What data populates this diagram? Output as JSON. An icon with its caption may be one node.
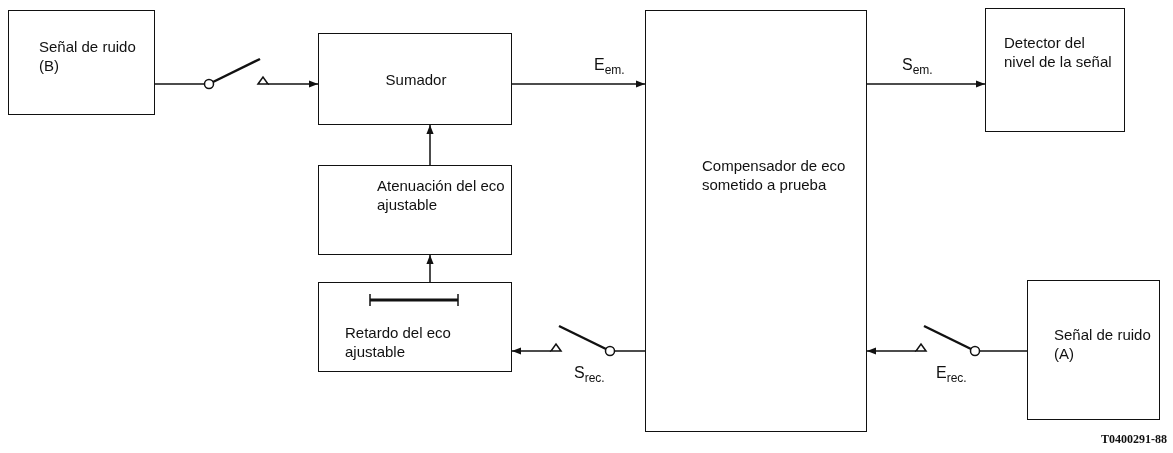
{
  "diagram": {
    "nodes": [
      {
        "text": [
          "Señal de ruido (B)"
        ]
      },
      {
        "text": [],
        "shape": "switch"
      },
      {
        "text": [
          "Sumador"
        ]
      },
      {
        "text": [
          "Compensador de eco sometido a prueba"
        ]
      },
      {
        "text": [
          "Detector del nivel de la señal"
        ]
      },
      {
        "text": [
          "Atenuación del eco ajustable"
        ]
      },
      {
        "text": [
          "Retardo del eco ajustable"
        ]
      },
      {
        "text": [],
        "shape": "switch"
      },
      {
        "text": [],
        "shape": "switch"
      },
      {
        "text": [
          "Señal de ruido (A)"
        ]
      }
    ],
    "edges": [
      {
        "from": 0,
        "to": 1,
        "arrow": "none"
      },
      {
        "from": 1,
        "to": 2,
        "arrow": "to"
      },
      {
        "from": 2,
        "to": 3,
        "arrow": "to",
        "label": "E$_{em.}$"
      },
      {
        "from": 3,
        "to": 4,
        "arrow": "to",
        "label": "S$_{em.}$"
      },
      {
        "from": 6,
        "to": 5,
        "arrow": "to"
      },
      {
        "from": 5,
        "to": 2,
        "arrow": "to"
      },
      {
        "from": 3,
        "to": 7,
        "arrow": "none"
      },
      {
        "from": 7,
        "to": 6,
        "arrow": "to",
        "label": "S$_{rec.}$"
      },
      {
        "from": 9,
        "to": 8,
        "arrow": "none"
      },
      {
        "from": 8,
        "to": 3,
        "arrow": "to",
        "label": "E$_{rec.}$"
      }
    ],
    "labels": [
      "T0400291-88"
    ]
  }
}
